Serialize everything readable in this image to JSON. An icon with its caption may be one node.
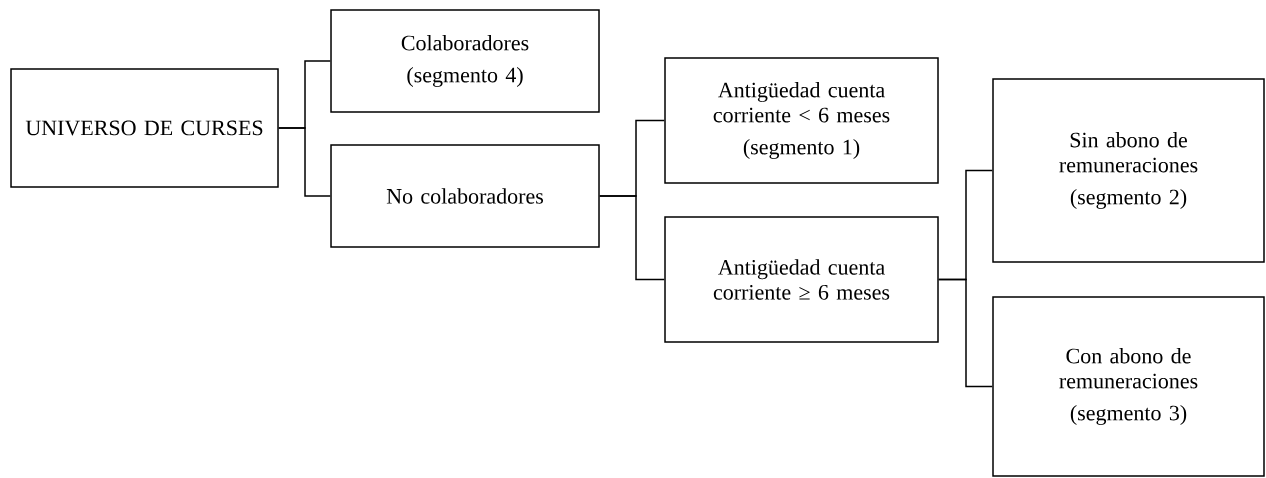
{
  "diagram": {
    "nodes": [
      {
        "text": [
          "UNIVERSO DE CURSES"
        ]
      },
      {
        "text": [
          "Colaboradores",
          "(segmento 4)"
        ]
      },
      {
        "text": [
          "No colaboradores"
        ]
      },
      {
        "text": [
          "Antigüedad cuenta corriente < 6 meses",
          "(segmento 1)"
        ]
      },
      {
        "text": [
          "Antigüedad cuenta corriente ≥ 6 meses"
        ]
      },
      {
        "text": [
          "Sin abono de remuneraciones",
          "(segmento 2)"
        ]
      },
      {
        "text": [
          "Con abono de remuneraciones",
          "(segmento 3)"
        ]
      }
    ],
    "edges": [
      {
        "from": 0,
        "to": 1,
        "arrow": "none"
      },
      {
        "from": 0,
        "to": 2,
        "arrow": "none"
      },
      {
        "from": 2,
        "to": 3,
        "arrow": "none"
      },
      {
        "from": 2,
        "to": 4,
        "arrow": "none"
      },
      {
        "from": 4,
        "to": 5,
        "arrow": "none"
      },
      {
        "from": 4,
        "to": 6,
        "arrow": "none"
      }
    ]
  }
}
